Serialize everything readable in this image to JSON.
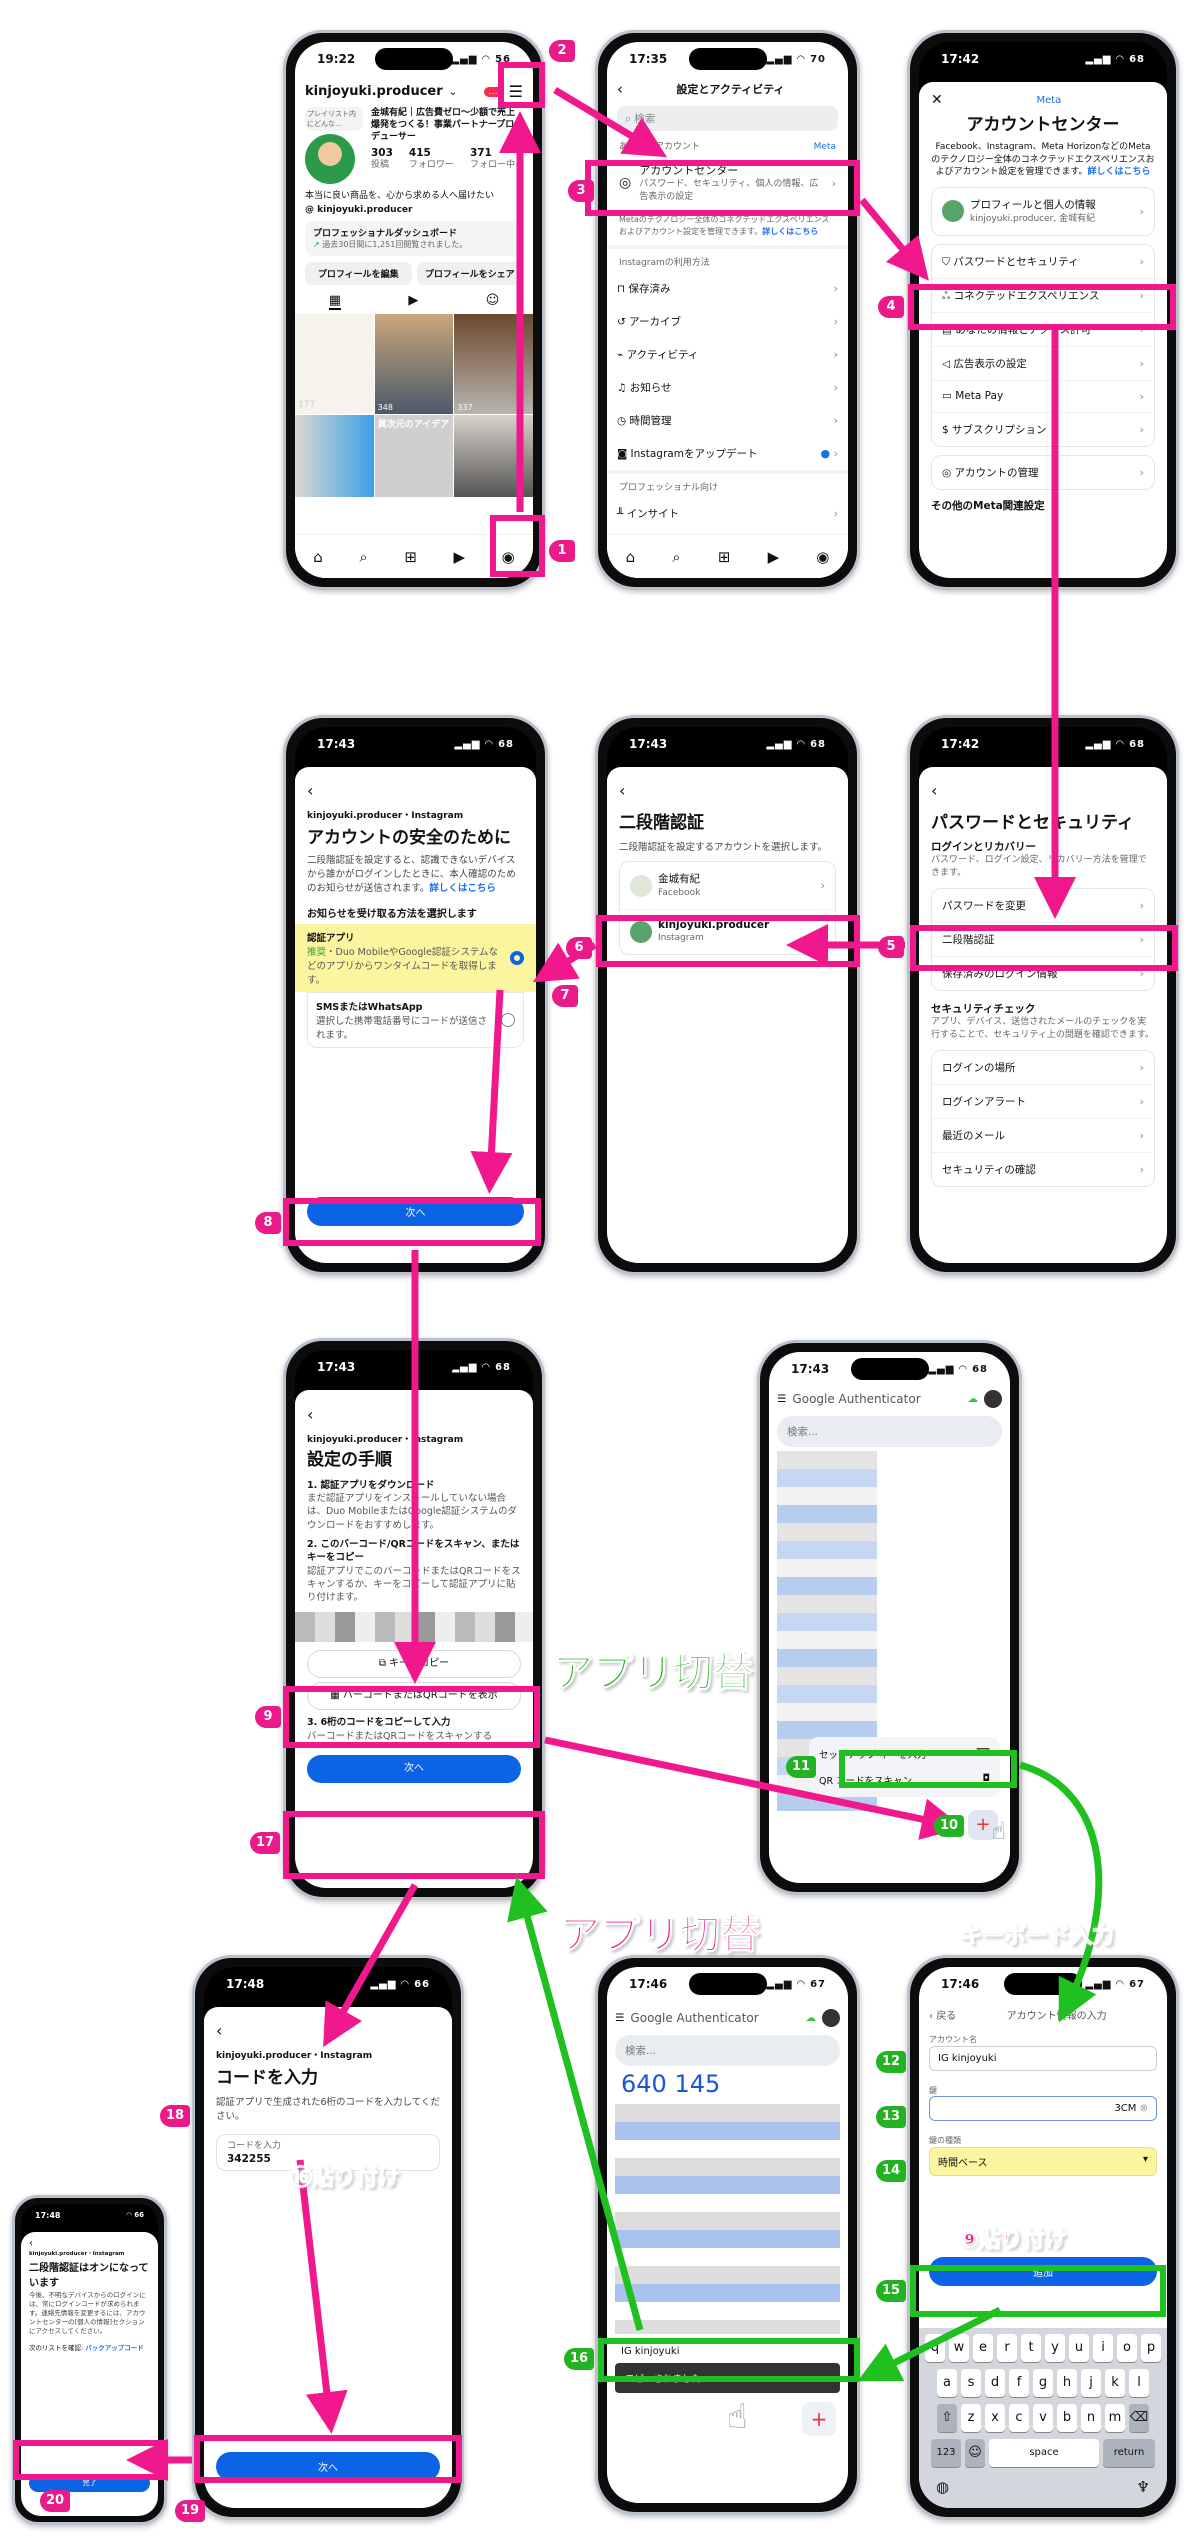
{
  "colors": {
    "pink": "#f0188c",
    "green": "#1fc01f",
    "blue": "#0b63e5",
    "highlight_yellow": "#fbf5a0"
  },
  "screens": {
    "profile": {
      "time": "19:22",
      "battery": "56",
      "username": "kinjoyuki.producer",
      "notif": "…",
      "bio_name": "金城有紀｜広告費ゼロ〜少額で売上爆発をつくる！事業パートナープロデューサー",
      "note": "プレイリスト内にどんな…",
      "stats": [
        {
          "n": "303",
          "l": "投稿"
        },
        {
          "n": "415",
          "l": "フォロワー"
        },
        {
          "n": "371",
          "l": "フォロー中"
        }
      ],
      "bio": "本当に良い商品を、心から求める人へ届けたい",
      "threads": "kinjoyuki.producer",
      "dashboard_title": "プロフェッショナルダッシュボード",
      "dashboard_sub": "過去30日間に1,251回閲覧されました。",
      "edit_btn": "プロフィールを編集",
      "share_btn": "プロフィールをシェア",
      "post_caption": "異次元のアイデア",
      "post_views": [
        "177",
        "348",
        "337"
      ]
    },
    "settings": {
      "time": "17:35",
      "battery": "70",
      "title": "設定とアクティビティ",
      "search": "検索",
      "section_account": "あなたのアカウント",
      "meta": "Meta",
      "ac_title": "アカウントセンター",
      "ac_sub": "パスワード、セキュリティ、個人の情報、広告表示の設定",
      "meta_note": "Metaのテクノロジー全体のコネクテッドエクスペリエンスおよびアカウント設定を管理できます。",
      "more": "詳しくはこちら",
      "section_usage": "Instagramの利用方法",
      "items": [
        "保存済み",
        "アーカイブ",
        "アクティビティ",
        "お知らせ",
        "時間管理",
        "Instagramをアップデート"
      ],
      "section_pro": "プロフェッショナル向け",
      "insight": "インサイト"
    },
    "account_center": {
      "time": "17:42",
      "battery": "68",
      "meta": "Meta",
      "title": "アカウントセンター",
      "desc": "Facebook、Instagram、Meta HorizonなどのMetaのテクノロジー全体のコネクテッドエクスペリエンスおよびアカウント設定を管理できます。",
      "more": "詳しくはこちら",
      "profile_title": "プロフィールと個人の情報",
      "profile_sub": "kinjoyuki.producer, 金城有紀",
      "items": [
        "パスワードとセキュリティ",
        "コネクテッドエクスペリエンス",
        "あなたの情報とアクセス許可",
        "広告表示の設定",
        "Meta Pay",
        "サブスクリプション"
      ],
      "manage": "アカウントの管理",
      "other": "その他のMeta関連設定"
    },
    "password_security": {
      "time": "17:42",
      "battery": "68",
      "title": "パスワードとセキュリティ",
      "login_title": "ログインとリカバリー",
      "login_sub": "パスワード、ログイン設定、リカバリー方法を管理できます。",
      "login_items": [
        "パスワードを変更",
        "二段階認証",
        "保存済みのログイン情報"
      ],
      "check_title": "セキュリティチェック",
      "check_sub": "アプリ、デバイス、送信されたメールのチェックを実行することで、セキュリティ上の問題を確認できます。",
      "check_items": [
        "ログインの場所",
        "ログインアラート",
        "最近のメール",
        "セキュリティの確認"
      ]
    },
    "two_step_select": {
      "time": "17:43",
      "battery": "68",
      "title": "二段階認証",
      "sub": "二段階認証を設定するアカウントを選択します。",
      "accounts": [
        {
          "name": "金城有紀",
          "platform": "Facebook"
        },
        {
          "name": "kinjoyuki.producer",
          "platform": "Instagram"
        }
      ]
    },
    "secure_account": {
      "time": "17:43",
      "battery": "68",
      "account": "kinjoyuki.producer・Instagram",
      "title": "アカウントの安全のために",
      "desc": "二段階認証を設定すると、認識できないデバイスから誰かがログインしたときに、本人確認のためのお知らせが送信されます。",
      "more": "詳しくはこちら",
      "choose": "お知らせを受け取る方法を選択します",
      "options": [
        {
          "title": "認証アプリ",
          "tag": "推奨",
          "desc": "・Duo MobileやGoogle認証システムなどのアプリからワンタイムコードを取得します。",
          "selected": true
        },
        {
          "title": "SMSまたはWhatsApp",
          "desc": "選択した携帯電話番号にコードが送信されます。",
          "selected": false
        }
      ],
      "next": "次へ"
    },
    "setup_steps": {
      "time": "17:43",
      "battery": "68",
      "account": "kinjoyuki.producer・Instagram",
      "title": "設定の手順",
      "step1": "1. 認証アプリをダウンロード",
      "step1_desc": "まだ認証アプリをインストールしていない場合は、Duo MobileまたはGoogle認証システムのダウンロードをおすすめします。",
      "step2": "2. このバーコード/QRコードをスキャン、またはキーをコピー",
      "step2_desc": "認証アプリでこのバーコードまたはQRコードをスキャンするか、キーをコピーして認証アプリに貼り付けます。",
      "copy_key": "キーをコピー",
      "show_qr": "バーコードまたはQRコードを表示",
      "step3": "3. 6桁のコードをコピーして入力",
      "step3_desc": "バーコードまたはQRコードをスキャンする",
      "next": "次へ"
    },
    "authenticator": {
      "time": "17:43",
      "battery": "68",
      "app": "Google Authenticator",
      "search": "検索...",
      "menu": [
        "セットアップ キーを入力",
        "QR コードをスキャン"
      ]
    },
    "account_info": {
      "time": "17:46",
      "battery": "67",
      "back": "戻る",
      "title": "アカウント情報の入力",
      "name_label": "アカウント名",
      "name_value": "IG kinjoyuki",
      "key_label": "鍵",
      "key_value": "3CM",
      "type_label": "鍵の種類",
      "type_value": "時間ベース",
      "add": "追加",
      "keys": [
        [
          "q",
          "w",
          "e",
          "r",
          "t",
          "y",
          "u",
          "i",
          "o",
          "p"
        ],
        [
          "a",
          "s",
          "d",
          "f",
          "g",
          "h",
          "j",
          "k",
          "l"
        ],
        [
          "z",
          "x",
          "c",
          "v",
          "b",
          "n",
          "m"
        ]
      ],
      "k123": "123",
      "space": "space",
      "ret": "return"
    },
    "authenticator2": {
      "time": "17:46",
      "battery": "67",
      "app": "Google Authenticator",
      "search": "検索...",
      "code": "640 145",
      "entry": "IG kinjoyuki",
      "toast": "コピーされました"
    },
    "code_entry": {
      "time": "17:48",
      "battery": "66",
      "account": "kinjoyuki.producer・Instagram",
      "title": "コードを入力",
      "desc": "認証アプリで生成された6桁のコードを入力してください。",
      "input_label": "コードを入力",
      "input_value": "342255",
      "next": "次へ"
    },
    "done": {
      "time": "17:48",
      "battery": "66",
      "account": "kinjoyuki.producer・Instagram",
      "title": "二段階認証はオンになっています",
      "desc": "今後、不明なデバイスからのログインには、常にログインコードが求められます。連絡先情報を変更するには、アカウントセンターの[個人の情報]セクションにアクセスしてください。",
      "backup_prefix": "次のリストを確認:",
      "backup_link": "バックアップコード",
      "finish": "完了"
    }
  },
  "annotations": {
    "steps": [
      "1",
      "2",
      "3",
      "4",
      "5",
      "6",
      "7",
      "8",
      "9",
      "10",
      "11",
      "12",
      "13",
      "14",
      "15",
      "16",
      "17",
      "18",
      "19",
      "20"
    ],
    "app_switch": "アプリ切替",
    "keyboard_input": "キーボード入力",
    "paste9": "⑨貼り付け",
    "paste16": "⑯貼り付け"
  }
}
